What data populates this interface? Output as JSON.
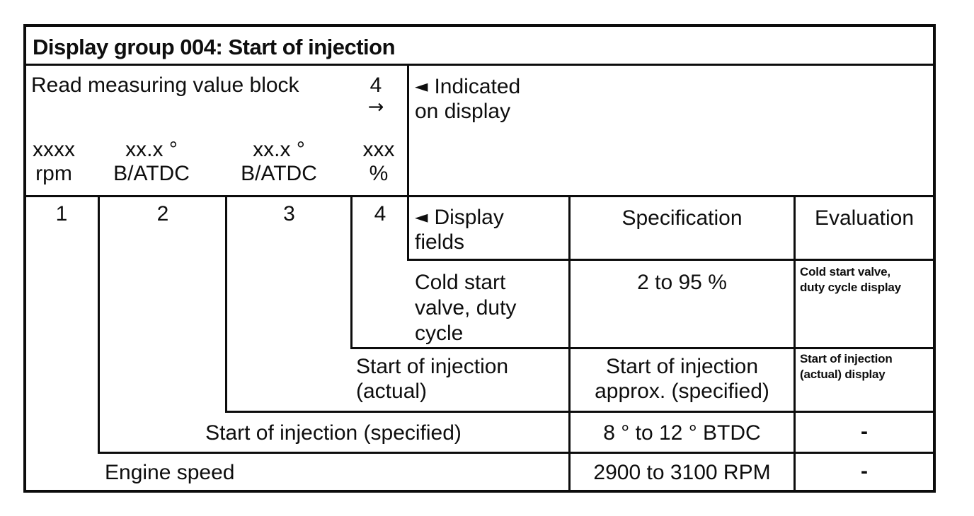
{
  "title": "Display group 004: Start of injection",
  "read_block": {
    "label": "Read measuring value block",
    "number": "4",
    "arrow": "→"
  },
  "value_format_columns": [
    {
      "top": "xxxx",
      "bottom": "rpm"
    },
    {
      "top": "xx.x °",
      "bottom": "B/ATDC"
    },
    {
      "top": "xx.x °",
      "bottom": "B/ATDC"
    },
    {
      "top": "xxx",
      "bottom": "%"
    }
  ],
  "indicated_note": {
    "marker": "◄",
    "lines": [
      "Indicated",
      "on display"
    ]
  },
  "field_numbers": [
    "1",
    "2",
    "3",
    "4"
  ],
  "headers": {
    "display_fields": {
      "marker": "◄",
      "lines": [
        "Display",
        "fields"
      ]
    },
    "specification": "Specification",
    "evaluation": "Evaluation"
  },
  "rows": [
    {
      "name_lines": [
        "Cold start",
        "valve, duty",
        "cycle"
      ],
      "spec_lines": [
        "2 to 95 %"
      ],
      "eval_lines": [
        "Cold start valve,",
        "duty cycle display"
      ]
    },
    {
      "name_lines": [
        "Start of injection",
        "(actual)"
      ],
      "spec_lines": [
        "Start of injection",
        "approx. (specified)"
      ],
      "eval_lines": [
        "Start of injection",
        "(actual) display"
      ]
    },
    {
      "name_lines": [
        "Start of injection (specified)"
      ],
      "spec_lines": [
        "8 ° to 12 ° BTDC"
      ],
      "eval_lines": [
        "-"
      ]
    },
    {
      "name_lines": [
        "Engine speed"
      ],
      "spec_lines": [
        "2900 to 3100 RPM"
      ],
      "eval_lines": [
        "-"
      ]
    }
  ],
  "colors": {
    "ink": "#0e0e0e",
    "paper": "#ffffff"
  }
}
